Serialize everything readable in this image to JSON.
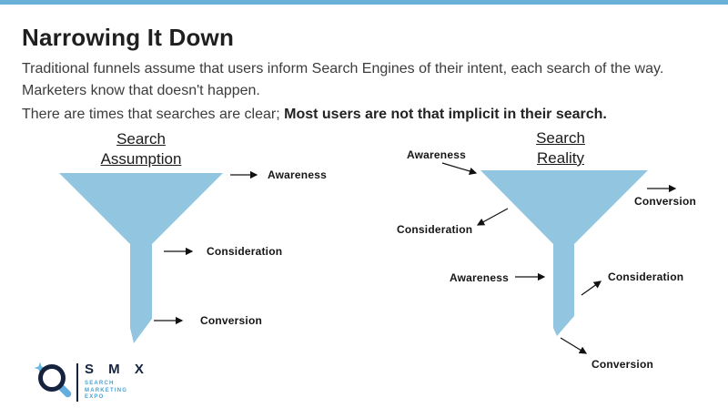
{
  "slide": {
    "title": "Narrowing It Down",
    "paragraph1": "Traditional funnels assume that users inform Search Engines of their intent, each search of the way. Marketers know that doesn't happen.",
    "paragraph2_normal": "There are times that searches are clear; ",
    "paragraph2_bold": "Most users are not that implicit in their search."
  },
  "left_funnel": {
    "heading_line1": "Search",
    "heading_line2": "Assumption",
    "label_awareness": "Awareness",
    "label_consideration": "Consideration",
    "label_conversion": "Conversion"
  },
  "right_funnel": {
    "heading_line1": "Search",
    "heading_line2": "Reality",
    "label_awareness_top": "Awareness",
    "label_conversion_right": "Conversion",
    "label_consideration_left": "Consideration",
    "label_awareness_mid": "Awareness",
    "label_consideration_stem": "Consideration",
    "label_conversion_bottom": "Conversion"
  },
  "logo": {
    "letters": "S M X",
    "sub_line1": "SEARCH",
    "sub_line2": "MARKETING",
    "sub_line3": "EXPO"
  },
  "colors": {
    "accent_bar": "#68b0d8",
    "funnel_fill": "#92c5e0",
    "logo_navy": "#16233f",
    "logo_blue": "#64aedd",
    "arrow": "#111111"
  }
}
